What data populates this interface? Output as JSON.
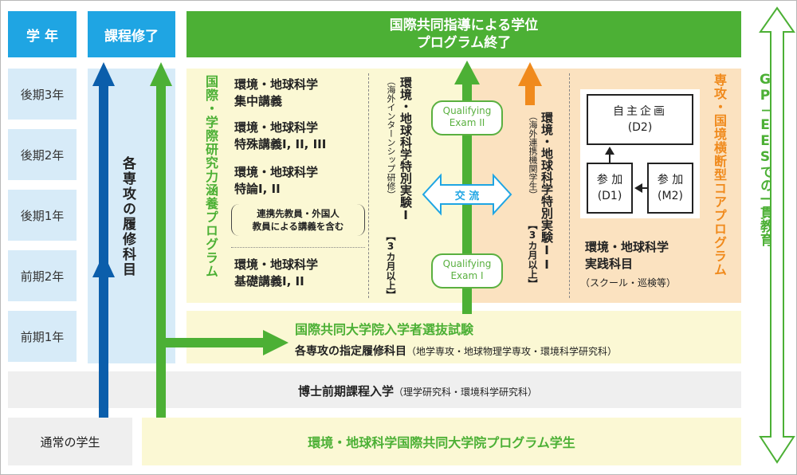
{
  "header": {
    "grade": "学 年",
    "course_complete": "課程修了",
    "degree_line1": "国際共同指導による学位",
    "degree_line2": "プログラム終了"
  },
  "years": [
    "後期3年",
    "後期2年",
    "後期1年",
    "前期2年",
    "前期1年"
  ],
  "left_column": {
    "courses": "各専攻の履修科目"
  },
  "research_program": {
    "title": "国際・学際研究力涵養プログラム",
    "lecture1_line1": "環境・地球科学",
    "lecture1_line2": "集中講義",
    "lecture2_line1": "環境・地球科学",
    "lecture2_line2": "特殊講義I, II, III",
    "lecture3_line1": "環境・地球科学",
    "lecture3_line2": "特論I, II",
    "note_line1": "連携先教員・外国人",
    "note_line2": "教員による講義を含む",
    "lecture4_line1": "環境・地球科学",
    "lecture4_line2": "基礎講義I, II"
  },
  "practical1": {
    "title": "環境・地球科学特別実験I",
    "sub": "（海外インターンシップ研修）",
    "period": "【3カ月以上】"
  },
  "qualifying": {
    "exam2_line1": "Qualifying",
    "exam2_line2": "Exam II",
    "exchange": "交 流",
    "exam1_line1": "Qualifying",
    "exam1_line2": "Exam I"
  },
  "practical2": {
    "title": "環境・地球科学特別実験II",
    "sub": "（海外連携機関学生）",
    "period": "【3カ月以上】"
  },
  "core_program": {
    "title": "専攻・国境横断型コアプログラム",
    "self_project": "自主企画",
    "self_project_sub": "(D2)",
    "join_d1": "参 加",
    "join_d1_sub": "(D1)",
    "join_m2": "参 加",
    "join_m2_sub": "(M2)",
    "practice_line1": "環境・地球科学",
    "practice_line2": "実践科目",
    "practice_note": "（スクール・巡検等）"
  },
  "gp_label": "GP－EESでの一貫教育",
  "entrance_exam": {
    "title": "国際共同大学院入学者選抜試験",
    "subjects": "各専攻の指定履修科目",
    "subjects_note": "（地学専攻・地球物理学専攻・環境科学研究科）"
  },
  "master_entry": {
    "title": "博士前期課程入学",
    "note": "（理学研究科・環境科学研究科）"
  },
  "bottom": {
    "regular_student": "通常の学生",
    "program_student": "環境・地球科学国際共同大学院プログラム学生"
  },
  "colors": {
    "blue": "#1fa5e3",
    "dark_blue": "#0b5eab",
    "green": "#4cb035",
    "orange": "#f08a1c",
    "light_yellow": "#fbf8d4",
    "light_orange": "#fbe2c0",
    "light_blue": "#d7ebf8",
    "gray": "#efefef"
  }
}
